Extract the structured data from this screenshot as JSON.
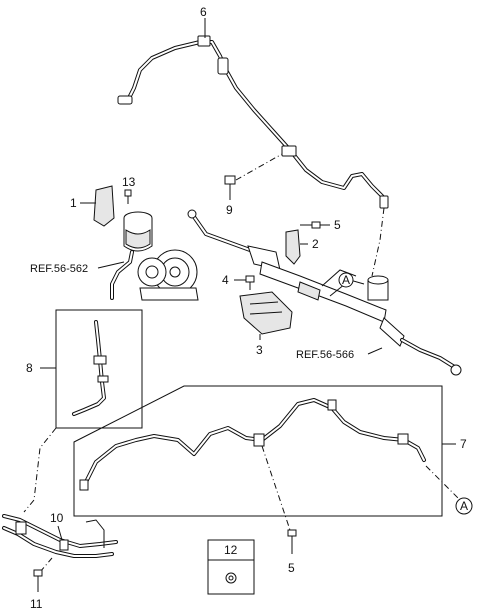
{
  "callouts": {
    "n1": "1",
    "n2": "2",
    "n3": "3",
    "n4": "4",
    "n5a": "5",
    "n5b": "5",
    "n6": "6",
    "n7": "7",
    "n8": "8",
    "n9": "9",
    "n10": "10",
    "n11": "11",
    "n12": "12",
    "n13": "13"
  },
  "connectors": {
    "a1": "A",
    "a2": "A"
  },
  "references": {
    "ref_pump": "REF.56-562",
    "ref_gear": "REF.56-566"
  }
}
